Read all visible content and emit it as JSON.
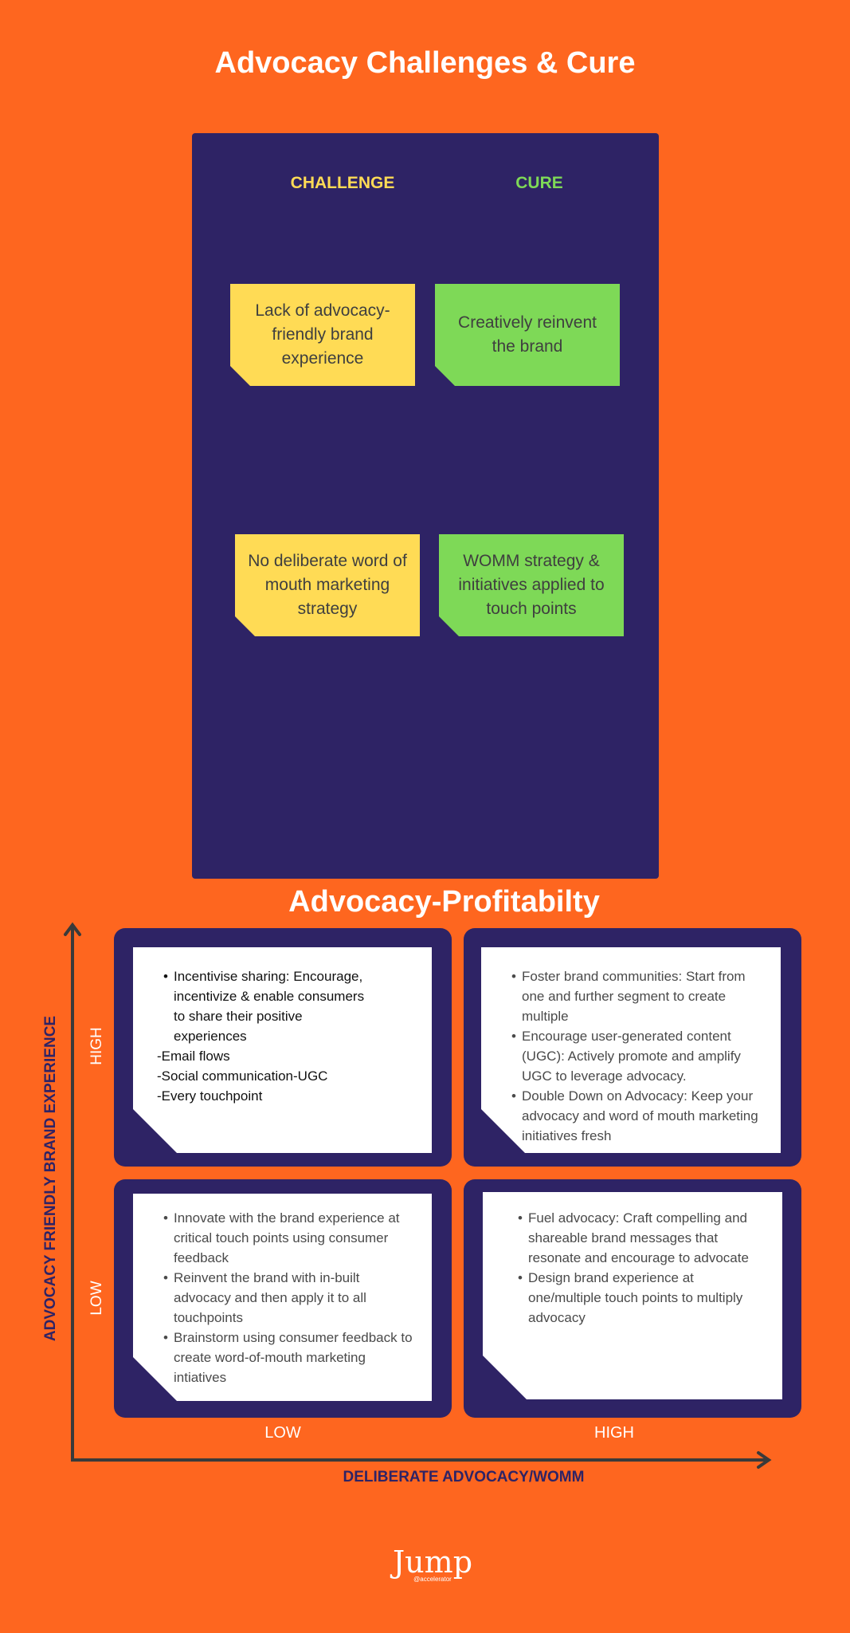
{
  "title": "Advocacy Challenges & Cure",
  "columns": {
    "challenge": "CHALLENGE",
    "cure": "CURE"
  },
  "rows": [
    {
      "challenge": "Lack of advocacy-friendly brand experience",
      "cure": "Creatively reinvent the brand"
    },
    {
      "challenge": "No deliberate word of mouth marketing strategy",
      "cure": "WOMM strategy & initiatives applied to touch points"
    }
  ],
  "matrix": {
    "title": "Advocacy-Profitabilty",
    "y_axis_label": "ADVOCACY FRIENDLY BRAND EXPERIENCE",
    "x_axis_label": "DELIBERATE ADVOCACY/WOMM",
    "y_ticks": {
      "high": "HIGH",
      "low": "LOW"
    },
    "x_ticks": {
      "low": "LOW",
      "high": "HIGH"
    },
    "quadrants": {
      "high_low": {
        "bullets": [
          "Incentivise sharing: Encourage, incentivize & enable consumers to share their positive experiences"
        ],
        "sub_items": [
          "-Email flows",
          "-Social communication-UGC",
          "-Every touchpoint"
        ]
      },
      "high_high": {
        "bullets": [
          "Foster brand communities: Start from one and further segment to create multiple",
          "Encourage user-generated content (UGC): Actively promote and amplify UGC to leverage advocacy.",
          "Double Down on Advocacy: Keep your advocacy and word of mouth marketing initiatives fresh"
        ]
      },
      "low_low": {
        "bullets": [
          "Innovate with the brand experience at critical touch points using consumer feedback",
          "Reinvent the brand with in-built advocacy and then apply it to all touchpoints",
          "Brainstorm using consumer feedback to create word-of-mouth marketing intiatives"
        ]
      },
      "low_high": {
        "bullets": [
          "Fuel advocacy: Craft compelling and shareable brand messages that resonate and encourage to advocate",
          "Design brand experience at one/multiple touch points to multiply advocacy"
        ]
      }
    }
  },
  "logo": {
    "word": "Jump",
    "tagline": "@accelerator"
  },
  "colors": {
    "background": "#FE661F",
    "panel": "#2E2365",
    "challenge": "#FFDB55",
    "cure": "#7ED957",
    "text": "#3F3F3F"
  }
}
